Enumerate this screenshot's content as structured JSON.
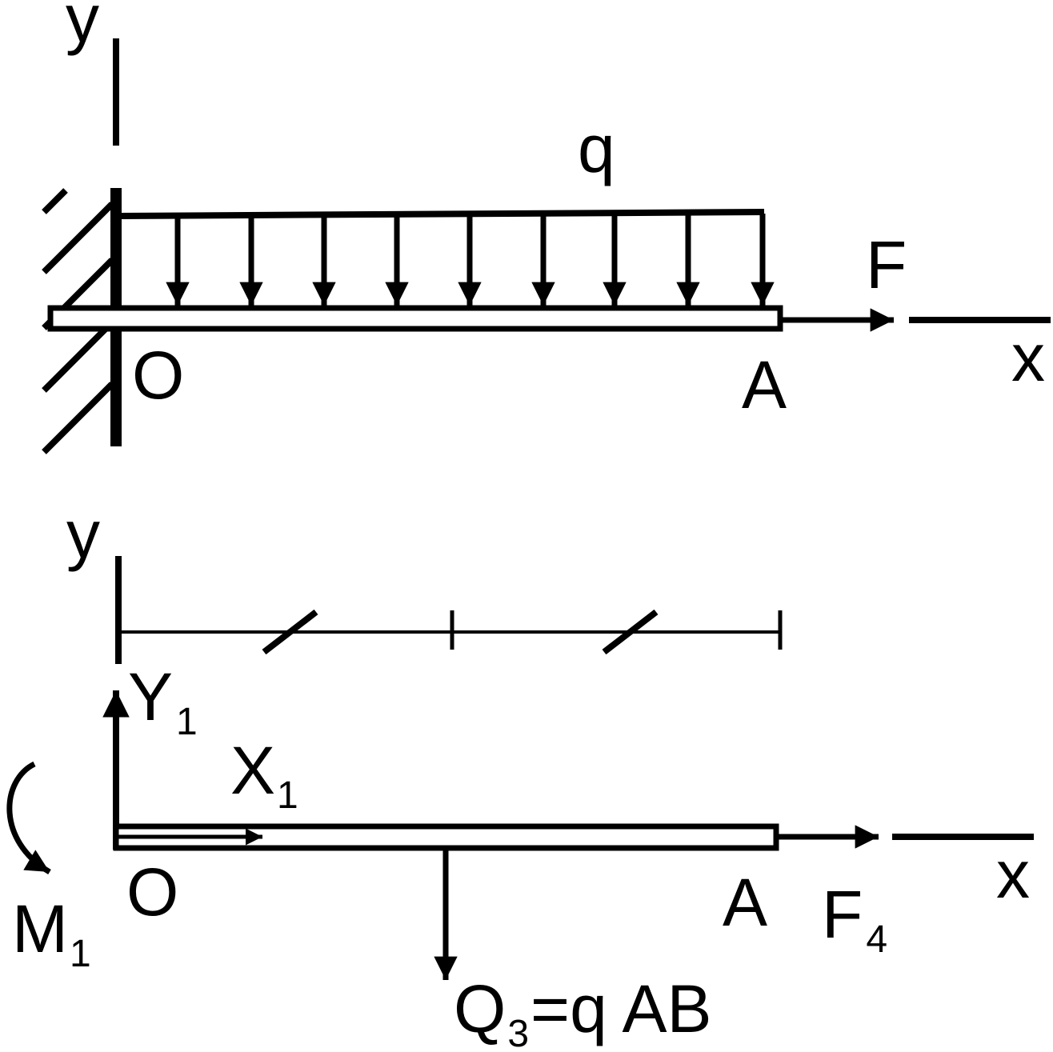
{
  "top": {
    "y_axis_label": "y",
    "x_axis_label": "x",
    "load_label": "q",
    "force_label": "F",
    "origin_label": "O",
    "end_label": "A"
  },
  "bottom": {
    "y_axis_label": "y",
    "x_axis_label": "x",
    "origin_label": "O",
    "end_label": "A",
    "reaction_y": {
      "main": "Y",
      "sub": "1"
    },
    "reaction_x": {
      "main": "X",
      "sub": "1"
    },
    "moment": {
      "main": "M",
      "sub": "1"
    },
    "force": {
      "main": "F",
      "sub": "4"
    },
    "resultant": {
      "main": "Q",
      "sub": "3",
      "rest": "=q AB"
    }
  },
  "colors": {
    "ink": "#000000",
    "background": "#ffffff"
  }
}
